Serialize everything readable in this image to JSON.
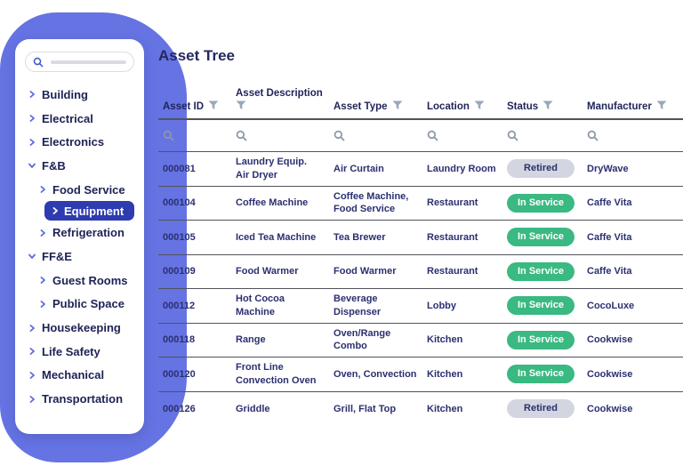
{
  "colors": {
    "blob_purple": "#6673e3",
    "selected_item_bg": "#2e3cb0",
    "navy_text": "#2b3070",
    "status_in_service_bg": "#3ab982",
    "status_retired_bg": "#d3d6e1",
    "rule_color": "#515359"
  },
  "sidebar": {
    "search": {
      "icon": "search-icon",
      "placeholder": ""
    },
    "items": [
      {
        "label": "Building",
        "level": 1,
        "expanded": false,
        "selected": false
      },
      {
        "label": "Electrical",
        "level": 1,
        "expanded": false,
        "selected": false
      },
      {
        "label": "Electronics",
        "level": 1,
        "expanded": false,
        "selected": false
      },
      {
        "label": "F&B",
        "level": 1,
        "expanded": true,
        "selected": false
      },
      {
        "label": "Food Service",
        "level": 2,
        "expanded": false,
        "selected": false
      },
      {
        "label": "Equipment",
        "level": 2,
        "expanded": false,
        "selected": true
      },
      {
        "label": "Refrigeration",
        "level": 2,
        "expanded": false,
        "selected": false
      },
      {
        "label": "FF&E",
        "level": 1,
        "expanded": true,
        "selected": false
      },
      {
        "label": "Guest Rooms",
        "level": 2,
        "expanded": false,
        "selected": false
      },
      {
        "label": "Public Space",
        "level": 2,
        "expanded": false,
        "selected": false
      },
      {
        "label": "Housekeeping",
        "level": 1,
        "expanded": false,
        "selected": false
      },
      {
        "label": "Life Safety",
        "level": 1,
        "expanded": false,
        "selected": false
      },
      {
        "label": "Mechanical",
        "level": 1,
        "expanded": false,
        "selected": false
      },
      {
        "label": "Transportation",
        "level": 1,
        "expanded": false,
        "selected": false
      }
    ]
  },
  "main": {
    "title": "Asset Tree",
    "table": {
      "columns": [
        "Asset ID",
        "Asset Description",
        "Asset Type",
        "Location",
        "Status",
        "Manufacturer"
      ],
      "status_styles": {
        "In Service": "green",
        "Retired": "gray"
      },
      "rows": [
        {
          "id": "000081",
          "description": "Laundry Equip. Air Dryer",
          "type": "Air Curtain",
          "location": "Laundry Room",
          "status": "Retired",
          "manufacturer": "DryWave"
        },
        {
          "id": "000104",
          "description": "Coffee Machine",
          "type": "Coffee Machine, Food Service",
          "location": "Restaurant",
          "status": "In Service",
          "manufacturer": "Caffe Vita"
        },
        {
          "id": "000105",
          "description": "Iced Tea Machine",
          "type": "Tea Brewer",
          "location": "Restaurant",
          "status": "In Service",
          "manufacturer": "Caffe Vita"
        },
        {
          "id": "000109",
          "description": "Food Warmer",
          "type": "Food Warmer",
          "location": "Restaurant",
          "status": "In Service",
          "manufacturer": "Caffe Vita"
        },
        {
          "id": "000112",
          "description": "Hot Cocoa Machine",
          "type": "Beverage Dispenser",
          "location": "Lobby",
          "status": "In Service",
          "manufacturer": "CocoLuxe"
        },
        {
          "id": "000118",
          "description": "Range",
          "type": "Oven/Range Combo",
          "location": "Kitchen",
          "status": "In Service",
          "manufacturer": "Cookwise"
        },
        {
          "id": "000120",
          "description": "Front Line Convection Oven",
          "type": "Oven, Convection",
          "location": "Kitchen",
          "status": "In Service",
          "manufacturer": "Cookwise"
        },
        {
          "id": "000126",
          "description": "Griddle",
          "type": "Grill, Flat Top",
          "location": "Kitchen",
          "status": "Retired",
          "manufacturer": "Cookwise"
        }
      ]
    }
  }
}
